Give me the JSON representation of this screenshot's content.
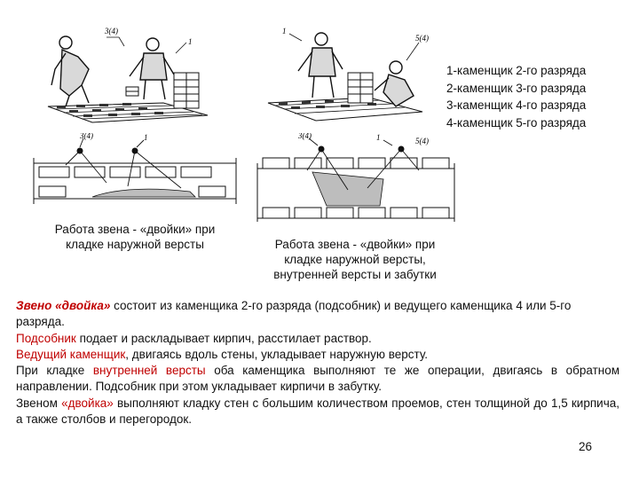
{
  "figures": {
    "top_left": {
      "label_a": "3(4)",
      "label_b": "1"
    },
    "top_right": {
      "label_a": "1",
      "label_b": "5(4)"
    },
    "bottom_left": {
      "label_a": "3(4)",
      "label_b": "1"
    },
    "bottom_right": {
      "label_a": "3(4)",
      "label_b": "1",
      "label_c": "5(4)"
    }
  },
  "legend": {
    "items": [
      "1-каменщик 2-го разряда",
      "2-каменщик 3-го разряда",
      "3-каменщик 4-го разряда",
      "4-каменщик 5-го разряда"
    ]
  },
  "captions": {
    "left": {
      "line1": "Работа звена - «двойки» при",
      "line2": "кладке наружной версты"
    },
    "right": {
      "line1": "Работа звена - «двойки» при",
      "line2": "кладке наружной версты,",
      "line3": "внутренней версты и забутки"
    }
  },
  "body": {
    "p1_term": "Звено «двойка»",
    "p1_text": " состоит из каменщика 2-го разряда (подсобник) и ведущего каменщика 4 или 5-го разряда.",
    "p2_term": "Подсобник",
    "p2_text": " подает и раскладывает кирпич, расстилает раствор.",
    "p3_term": "Ведущий каменщик",
    "p3_text": ", двигаясь вдоль стены, укладывает наружную версту.",
    "p4_pre": "При кладке ",
    "p4_term": "внутренней версты",
    "p4_text": " оба каменщика выполняют те же операции, двигаясь в обратном направлении. Подсобник при этом укладывает кирпичи в забутку.",
    "p5_pre": "Звеном ",
    "p5_term": "«двойка»",
    "p5_text": " выполняют кладку стен с большим количеством проемов, стен толщиной до 1,5 кирпича, а также столбов и перегородок."
  },
  "page_number": "26",
  "colors": {
    "accent": "#c00000",
    "text": "#111111",
    "mortar": "#bdbdbd"
  }
}
